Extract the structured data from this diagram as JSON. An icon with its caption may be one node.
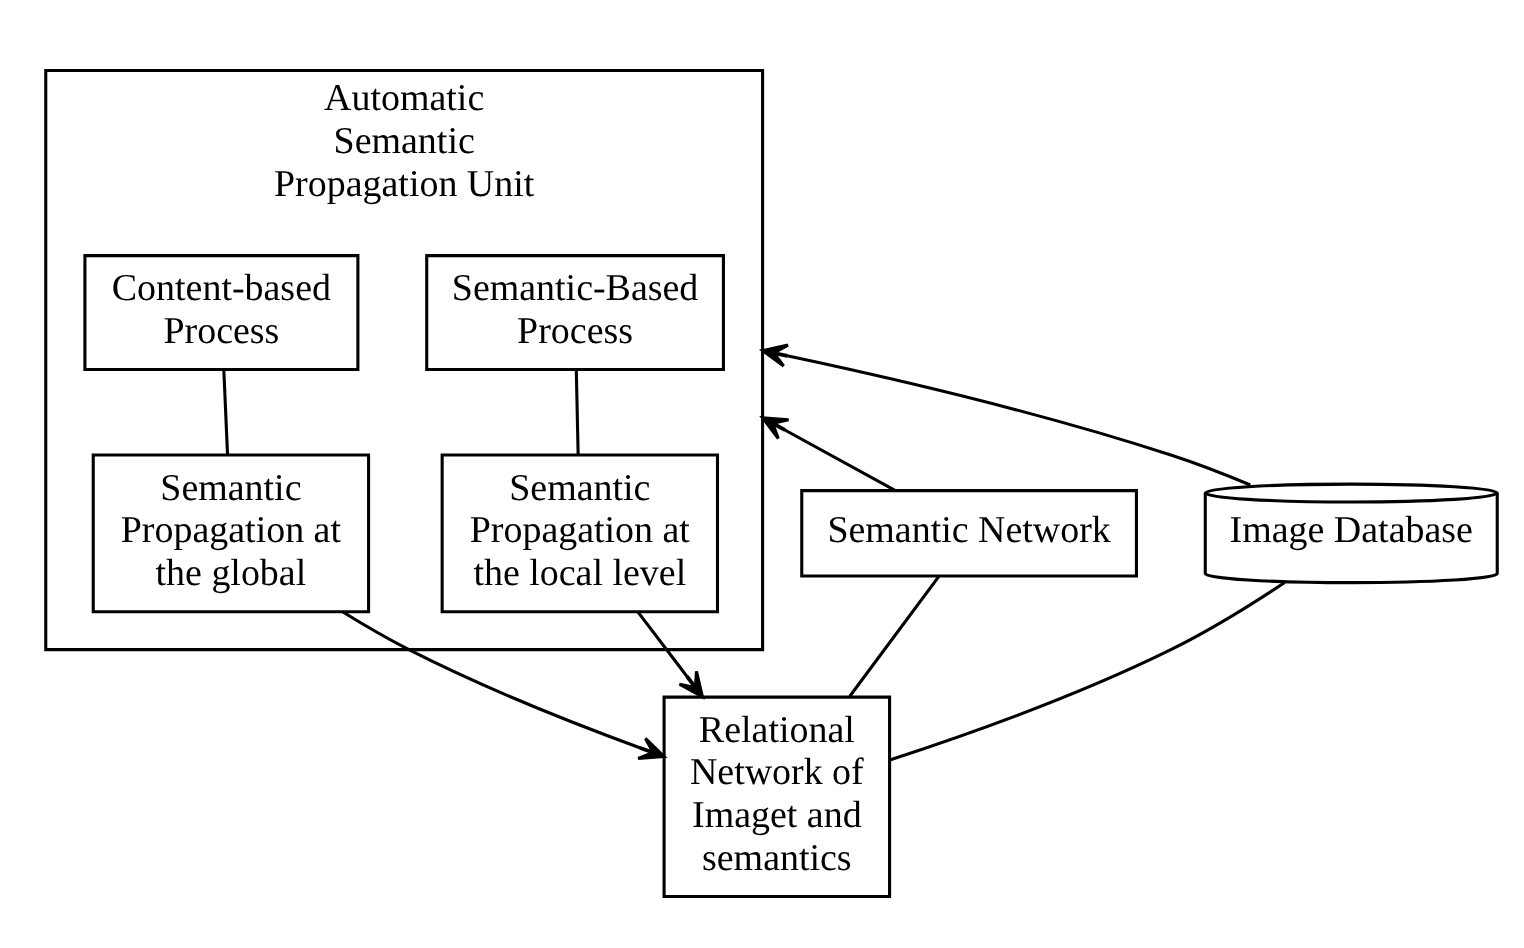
{
  "diagram": {
    "nodes": [
      {
        "text": [
          "Automatic Semantic Propagation Unit"
        ]
      },
      {
        "text": [
          "Semantic Network"
        ]
      },
      {
        "text": [
          "Semantic-Based Process"
        ],
        "in": 0
      },
      {
        "text": [
          "Content-based Process"
        ],
        "in": 0
      },
      {
        "text": [
          "Image Database"
        ]
      },
      {
        "text": [
          "Semantic Propagation at the local level"
        ],
        "in": 0
      },
      {
        "text": [
          "Semantic Propagation at the global"
        ],
        "in": 0
      },
      {
        "text": [
          "Relational Network of Imaget and semantics"
        ]
      }
    ],
    "edges": [
      {
        "from": 1,
        "to": 0,
        "arrow": "to"
      },
      {
        "from": 4,
        "to": 0,
        "arrow": "to"
      },
      {
        "from": 2,
        "to": 5,
        "arrow": "none"
      },
      {
        "from": 3,
        "to": 6,
        "arrow": "none"
      },
      {
        "from": 5,
        "to": 7,
        "arrow": "to"
      },
      {
        "from": 6,
        "to": 7,
        "arrow": "to"
      },
      {
        "from": 1,
        "to": 7,
        "arrow": "none"
      },
      {
        "from": 4,
        "to": 7,
        "arrow": "none"
      }
    ]
  }
}
